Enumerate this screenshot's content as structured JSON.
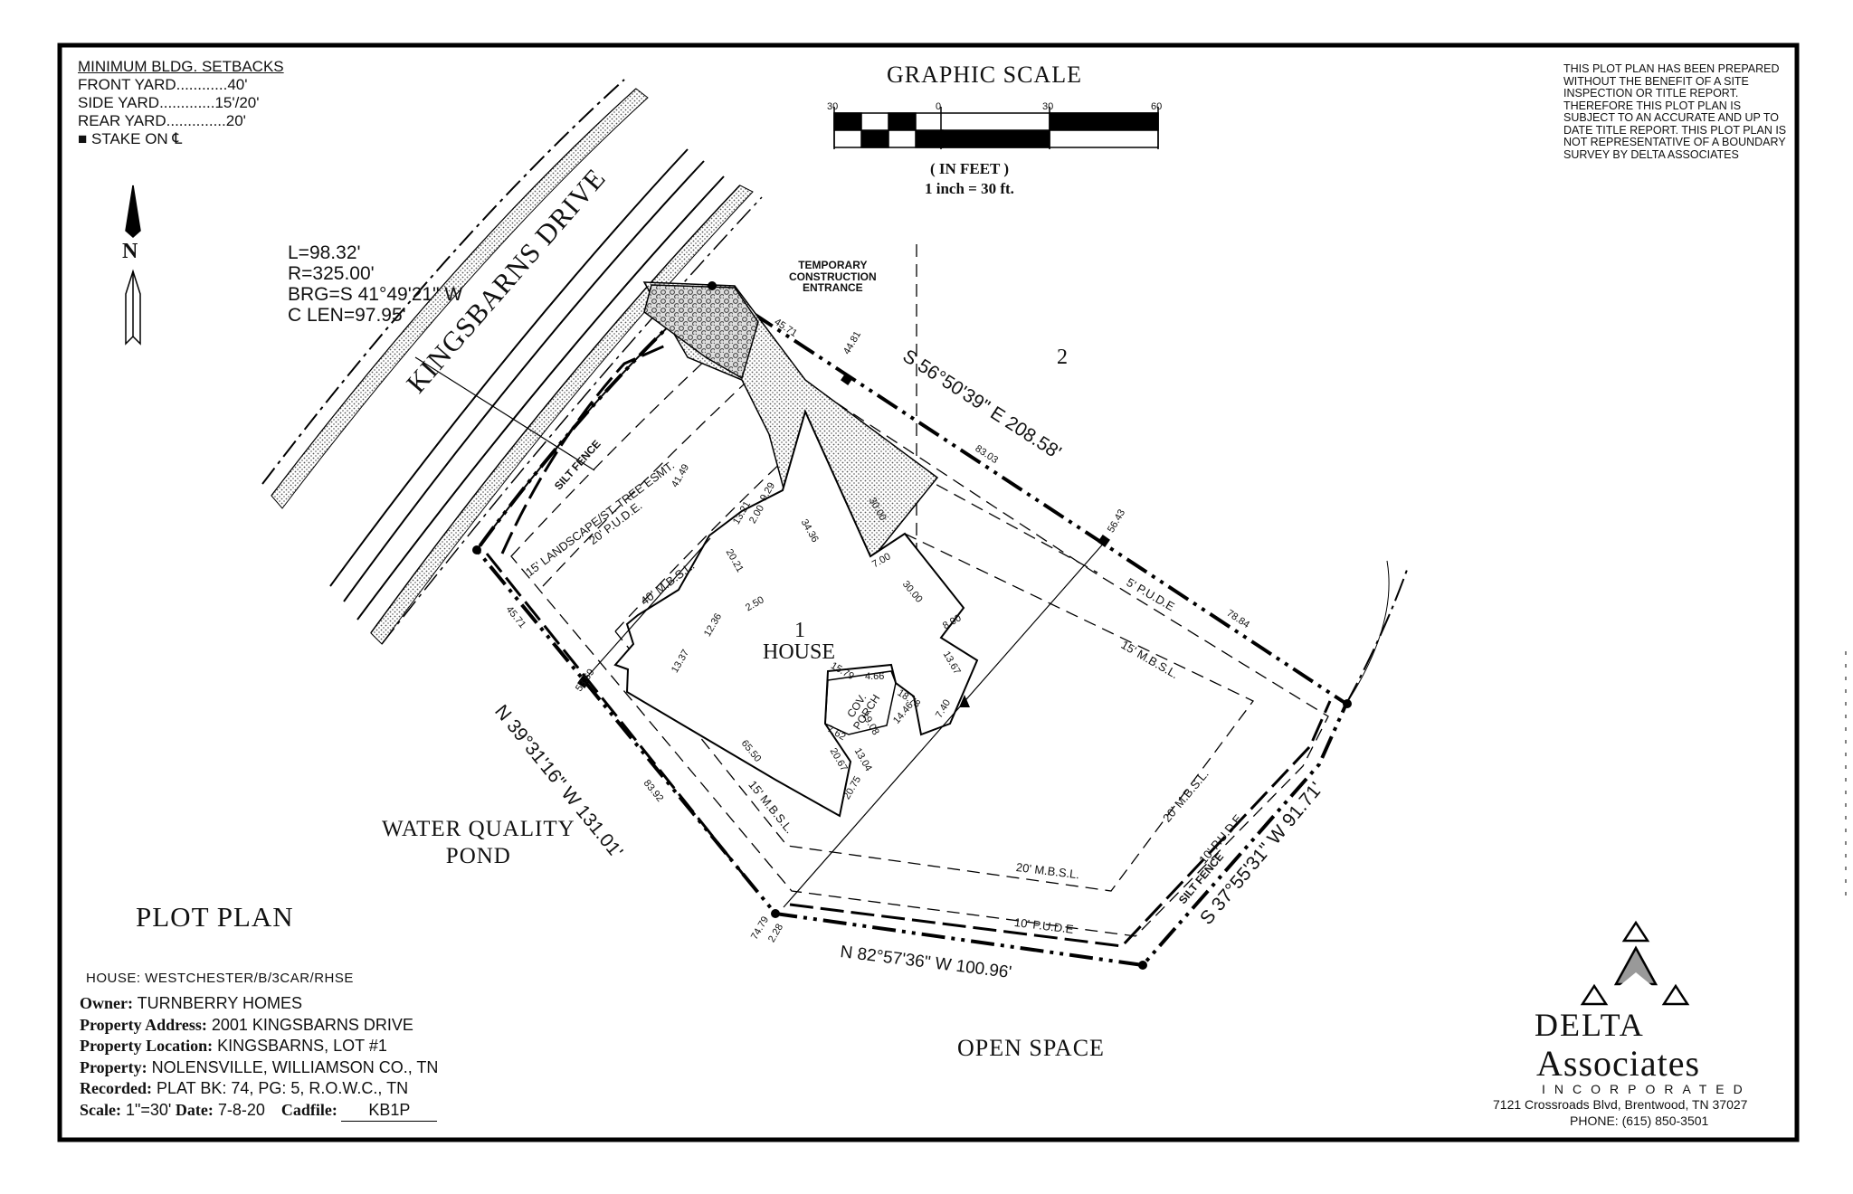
{
  "setbacks": {
    "header": "MINIMUM BLDG. SETBACKS",
    "rows": [
      {
        "label": "FRONT YARD............",
        "value": "40'"
      },
      {
        "label": "SIDE YARD.............",
        "value": "15'/20'"
      },
      {
        "label": "REAR YARD..............",
        "value": "20'"
      }
    ],
    "stake_note": "■ STAKE ON ℄"
  },
  "north_arrow": {
    "label": "N"
  },
  "graphic_scale": {
    "title": "GRAPHIC SCALE",
    "ticks": [
      "30",
      "0",
      "30",
      "60"
    ],
    "units": "( IN FEET )",
    "ratio": "1 inch =  30  ft."
  },
  "disclaimer": "THIS PLOT PLAN HAS BEEN PREPARED WITHOUT THE BENEFIT OF A SITE INSPECTION OR TITLE REPORT. THEREFORE THIS PLOT PLAN IS SUBJECT TO AN ACCURATE AND UP TO DATE TITLE REPORT. THIS PLOT PLAN IS NOT REPRESENTATIVE OF A BOUNDARY SURVEY BY DELTA ASSOCIATES",
  "curve": {
    "lines": [
      "L=98.32'",
      "R=325.00'",
      "BRG=S 41°49'21\" W",
      "C LEN=97.95'"
    ]
  },
  "street": "KINGSBARNS DRIVE",
  "construction_entrance": [
    "TEMPORARY",
    "CONSTRUCTION",
    "ENTRANCE"
  ],
  "lots": {
    "this_lot": "1",
    "adjacent": "2"
  },
  "house_label": "HOUSE",
  "bearings": {
    "north_line": "S 56°50'39\" E   208.58'",
    "west_line": "N 39°31'16\" W   131.01'",
    "south_line": "N 82°57'36\" W   100.96'",
    "east_line": "S 37°55'31\" W   91.71'"
  },
  "easements": {
    "landscape": "15' LANDSCAPE/ST. TREE ESMT.",
    "front_pude": "20' P.U.D.E.",
    "front_mbsl": "40' M.B.S.L.",
    "north_pude": "5' P.U.D.E",
    "north_mbsl": "15' M.B.S.L.",
    "west_mbsl": "15' M.B.S.L.",
    "rear_mbsl_bottom": "20' M.B.S.L.",
    "rear_mbsl_right": "20' M.B.S.L.",
    "south_pude": "10' P.U.D.E",
    "east_pude": "10' P.U.D.E",
    "silt_fence_front": "SILT FENCE",
    "silt_fence_rear": "SILT FENCE"
  },
  "dimensions": {
    "d4571_top": "45.71",
    "d4481": "44.81",
    "d8303": "83.03",
    "d5643": "56.43",
    "d7884": "78.84",
    "d4571_left": "45.71",
    "d5369": "53.69",
    "d8392": "83.92",
    "d7479": "74.79",
    "d228": "2.28",
    "d4149": "41.49",
    "d3436": "34.36",
    "d3000a": "30.00",
    "d700": "7.00",
    "d3000b": "30.00",
    "d800": "8.00",
    "d1367": "13.67",
    "d2021": "20.21",
    "d6550": "65.50",
    "d2075": "20.75",
    "d2067": "20.67",
    "d1304": "13.04",
    "d1908": "19.08",
    "d1446": "14.46",
    "d1878": "18.78",
    "d466": "4.66",
    "d1579": "15.79",
    "d762": "7.62",
    "d740": "7.40",
    "d1321": "13.21",
    "d929": "9.29",
    "d200": "2.00",
    "d1236": "12.36",
    "d250": "2.50",
    "d1337": "13.37"
  },
  "porch_label": [
    "COV.",
    "PORCH"
  ],
  "labels": {
    "plot_plan": "PLOT PLAN",
    "open_space": "OPEN SPACE",
    "water_quality_pond": [
      "WATER QUALITY",
      "POND"
    ]
  },
  "title_block": {
    "house": "HOUSE:  WESTCHESTER/B/3CAR/RHSE",
    "owner_label": "Owner:",
    "owner": " TURNBERRY HOMES",
    "address_label": "Property Address:",
    "address": " 2001 KINGSBARNS DRIVE",
    "location_label": "Property Location:",
    "location": " KINGSBARNS, LOT #1",
    "property_label": "Property:",
    "property": " NOLENSVILLE, WILLIAMSON CO., TN",
    "recorded_label": "Recorded:",
    "recorded": " PLAT BK: 74, PG: 5,   R.O.W.C., TN",
    "scale_label": "Scale:",
    "scale": " 1\"=30'",
    "date_label": " Date:",
    "date": " 7-8-20",
    "cadfile_label": "Cadfile:",
    "cadfile": "KB1P"
  },
  "company": {
    "name": "DELTA",
    "name2": "Associates",
    "inc": "INCORPORATED",
    "address": "7121 Crossroads Blvd, Brentwood, TN   37027",
    "phone": "PHONE: (615) 850-3501"
  }
}
